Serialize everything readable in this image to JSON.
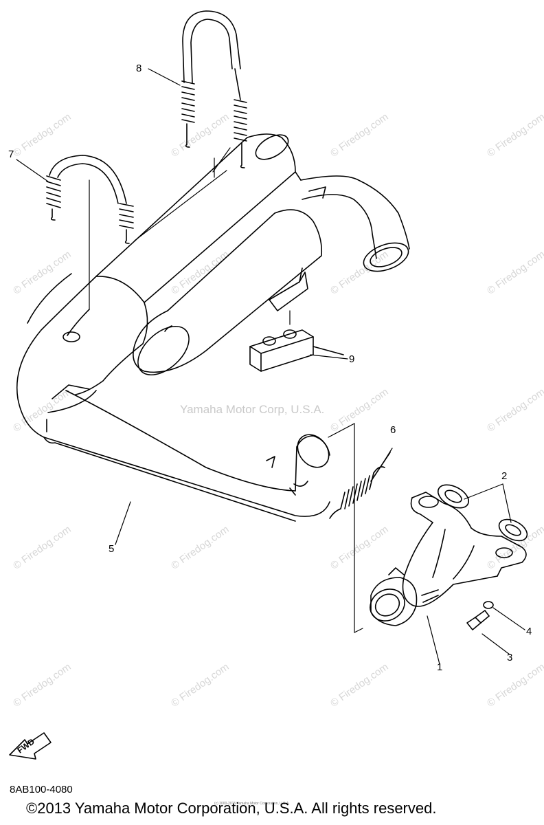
{
  "watermarks": {
    "site": "© Firedog.com",
    "center": "Yamaha Motor Corp, U.S.A."
  },
  "callouts": [
    {
      "id": "1",
      "part": "exhaust-pipe"
    },
    {
      "id": "2",
      "part": "gaskets"
    },
    {
      "id": "3",
      "part": "bolt"
    },
    {
      "id": "4",
      "part": "washer"
    },
    {
      "id": "5",
      "part": "muffler-assembly"
    },
    {
      "id": "6",
      "part": "spring"
    },
    {
      "id": "7",
      "part": "u-spring-small"
    },
    {
      "id": "8",
      "part": "u-spring-large"
    },
    {
      "id": "9",
      "part": "damper-block"
    }
  ],
  "direction_badge": "FWD",
  "reference_code": "8AB100-4080",
  "copyright": "©2013 Yamaha Motor Corporation, U.S.A. All rights reserved.",
  "fine_print": "(c) 2000-2015 Yamaha Motor Corporation, U.S.A.",
  "colors": {
    "line": "#000000",
    "watermark": "#d6d6d6",
    "background": "#ffffff"
  }
}
